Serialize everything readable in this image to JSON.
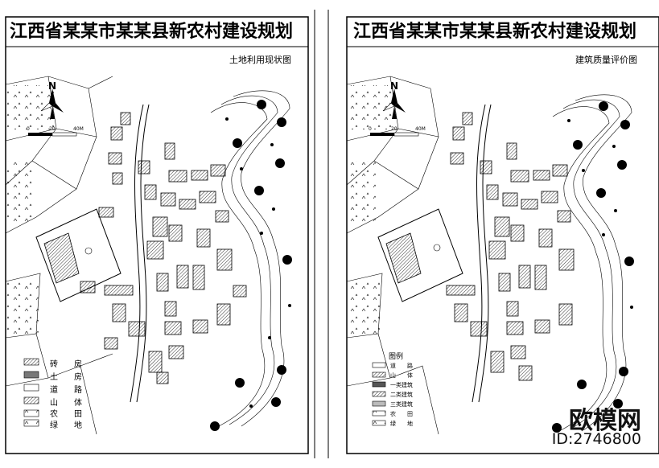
{
  "left_sheet": {
    "title": "江西省某某市某某县新农村建设规划",
    "subtitle": "土地利用现状图",
    "north": "N",
    "scale": [
      "0",
      "20",
      "40M"
    ],
    "legend": [
      "砖　　房",
      "土　　房",
      "道　　路",
      "山　　体",
      "农　　田",
      "绿　　地"
    ]
  },
  "right_sheet": {
    "title": "江西省某某市某某县新农村建设规划",
    "subtitle": "建筑质量评价图",
    "north": "N",
    "scale": [
      "0",
      "20",
      "40M"
    ],
    "legend_title": "图例",
    "legend": [
      "道　　路",
      "山　　体",
      "一类建筑",
      "二类建筑",
      "三类建筑",
      "农　　田",
      "绿　　地"
    ]
  },
  "watermark": {
    "brand": "欧模网",
    "id": "ID:2746800"
  }
}
